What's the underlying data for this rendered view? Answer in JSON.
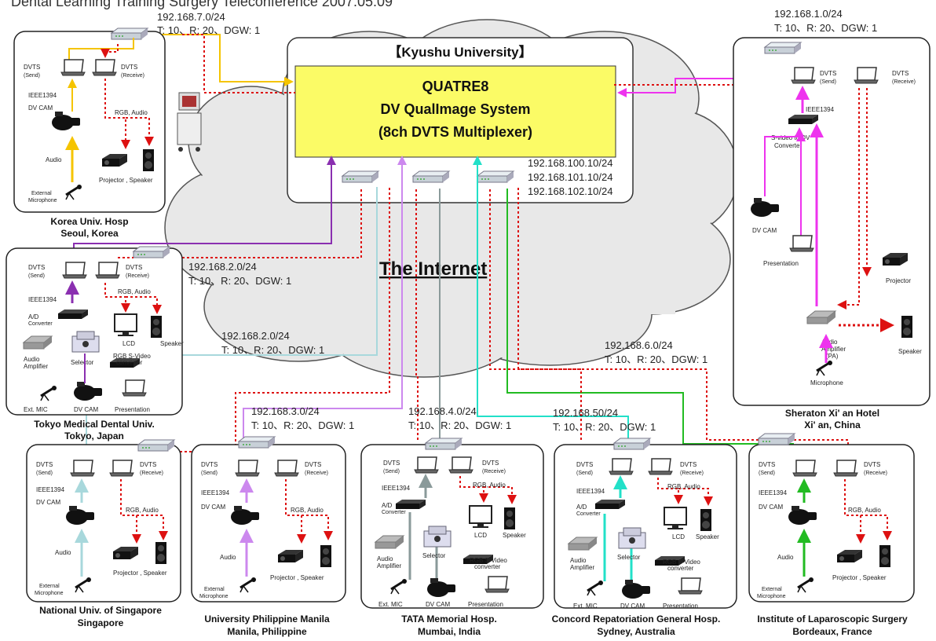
{
  "header": {
    "title_fragment": "Dental Learning Training Surgery Teleconference 2007.05.09"
  },
  "hub": {
    "label": "【Kyushu University】",
    "system_title": "QUATRE8",
    "system_line2": "DV QualImage System",
    "system_line3": "(8ch DVTS Multiplexer)",
    "ips": [
      "192.168.100.10/24",
      "192.168.101.10/24",
      "192.168.102.10/24"
    ]
  },
  "internet_label": "The Internet",
  "links": {
    "korea": {
      "ip": "192.168.7.0/24",
      "params": "T: 10、R: 20、DGW: 1"
    },
    "china": {
      "ip": "192.168.1.0/24",
      "params": "T: 10、R: 20、DGW: 1"
    },
    "tokyo": {
      "ip": "192.168.2.0/24",
      "params": "T: 10、R: 20、DGW: 1"
    },
    "singapore": {
      "ip": "192.168.2.0/24",
      "params": "T: 10、R: 20、DGW: 1"
    },
    "manila": {
      "ip": "192.168.3.0/24",
      "params": "T: 10、R: 20、DGW: 1"
    },
    "mumbai": {
      "ip": "192.168.4.0/24",
      "params": "T: 10、R: 20、DGW: 1"
    },
    "sydney": {
      "ip": "192.168.50/24",
      "params": "T: 10、R: 20、DGW: 1"
    },
    "france": {
      "ip": "192.168.6.0/24",
      "params": "T: 10、R: 20、DGW: 1"
    }
  },
  "labels": {
    "dvts_send": "DVTS",
    "send": "(Send)",
    "dvts_recv": "DVTS",
    "recv": "(Receive)",
    "ieee": "IEEE1394",
    "dvcam": "DV CAM",
    "rgb_audio": "RGB, Audio",
    "audio": "Audio",
    "ext_mic_1": "External",
    "ext_mic_2": "Microphone",
    "proj_spk": "Projector , Speaker",
    "av_conv_1": "A/D",
    "av_conv_2": "Converter",
    "lcd": "LCD",
    "speaker": "Speaker",
    "audio_amp_1": "Audio",
    "audio_amp_2": "Amplifier",
    "selector": "Selector",
    "rgb_svideo_1": "RGB S-Video",
    "rgb_svideo_2": "converter",
    "ext_mic_short": "Ext. MIC",
    "presentation": "Presentation",
    "svideo_dv_1": "S-video to DV",
    "svideo_dv_2": "Converter",
    "projector": "Projector",
    "audio_amp_pa_1": "Audio",
    "audio_amp_pa_2": "Amplifier",
    "audio_amp_pa_3": "(PA)",
    "microphone": "Microphone"
  },
  "sites": {
    "korea": [
      "Korea Univ. Hosp",
      "Seoul, Korea"
    ],
    "china": [
      "Sheraton Xi' an Hotel",
      "Xi' an, China"
    ],
    "tokyo": [
      "Tokyo Medical Dental Univ.",
      "Tokyo, Japan"
    ],
    "singapore": [
      "National Univ. of Singapore",
      "Singapore"
    ],
    "manila": [
      "University Philippine Manila",
      "Manila, Philippine"
    ],
    "mumbai": [
      "TATA Memorial Hosp.",
      "Mumbai, India"
    ],
    "sydney": [
      "Concord Repatoriation General Hosp.",
      "Sydney, Australia"
    ],
    "france": [
      "Institute of Laparoscopic Surgery",
      "Bordeaux, France"
    ]
  },
  "colors": {
    "korea": "#f5c400",
    "tokyo": "#8a2fb0",
    "singapore": "#a8d8dc",
    "manila": "#cc88ee",
    "mumbai": "#8a9a9a",
    "sydney": "#22e0c8",
    "france": "#22bb22",
    "china": "#ee33ee",
    "dotted": "#dd1111",
    "hub_fill": "#fbfb66"
  }
}
